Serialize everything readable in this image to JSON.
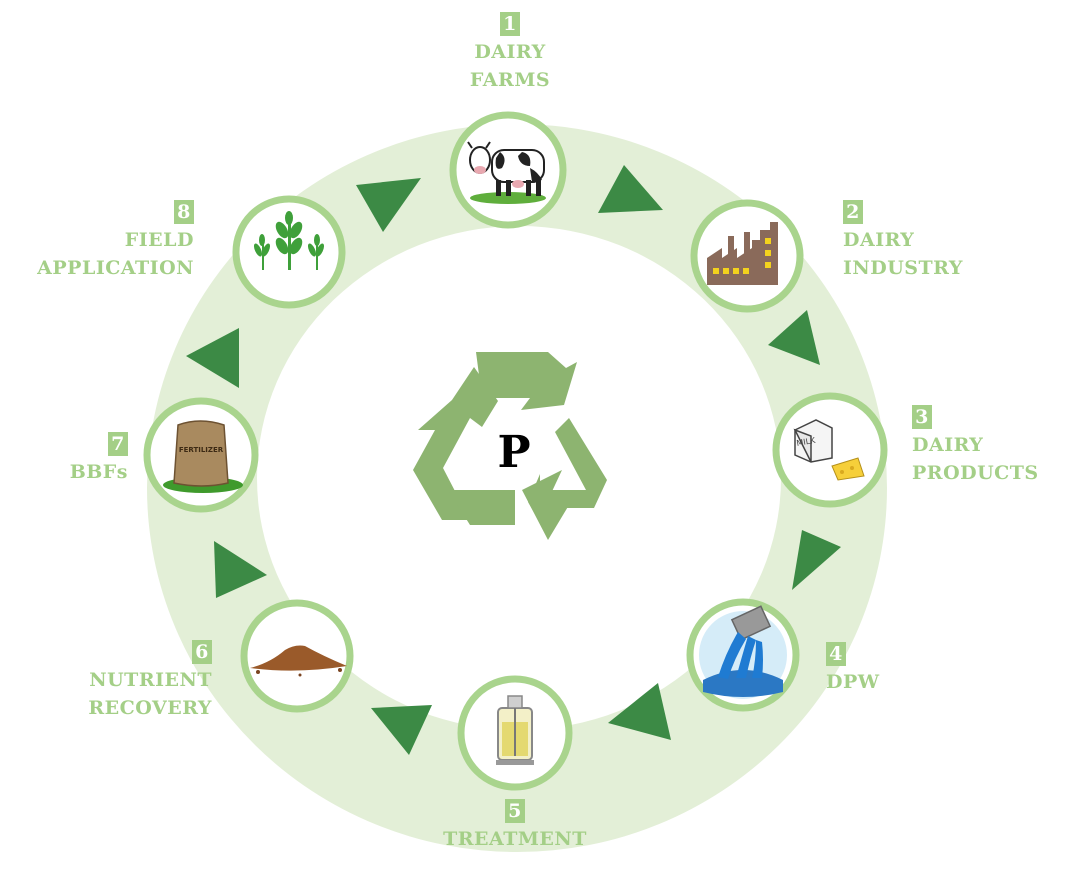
{
  "center": {
    "symbol": "P",
    "icon": "recycle-icon"
  },
  "stages": [
    {
      "number": "1",
      "line1": "DAIRY",
      "line2": "FARMS",
      "icon": "cow-icon"
    },
    {
      "number": "2",
      "line1": "DAIRY",
      "line2": "INDUSTRY",
      "icon": "factory-icon"
    },
    {
      "number": "3",
      "line1": "DAIRY",
      "line2": "PRODUCTS",
      "icon": "milk-cheese-icon"
    },
    {
      "number": "4",
      "line1": "DPW",
      "line2": "",
      "icon": "wastewater-pipe-icon"
    },
    {
      "number": "5",
      "line1": "TREATMENT",
      "line2": "",
      "icon": "bioreactor-icon"
    },
    {
      "number": "6",
      "line1": "NUTRIENT",
      "line2": "RECOVERY",
      "icon": "soil-pile-icon"
    },
    {
      "number": "7",
      "line1": "BBFs",
      "line2": "",
      "icon": "fertilizer-bag-icon"
    },
    {
      "number": "8",
      "line1": "FIELD",
      "line2": "APPLICATION",
      "icon": "crop-plants-icon"
    }
  ],
  "colors": {
    "ring": "#e3efd7",
    "node_border": "#a9d48d",
    "arrow": "#3c8a45",
    "label": "#a4cf87",
    "recycle": "#8db470"
  }
}
